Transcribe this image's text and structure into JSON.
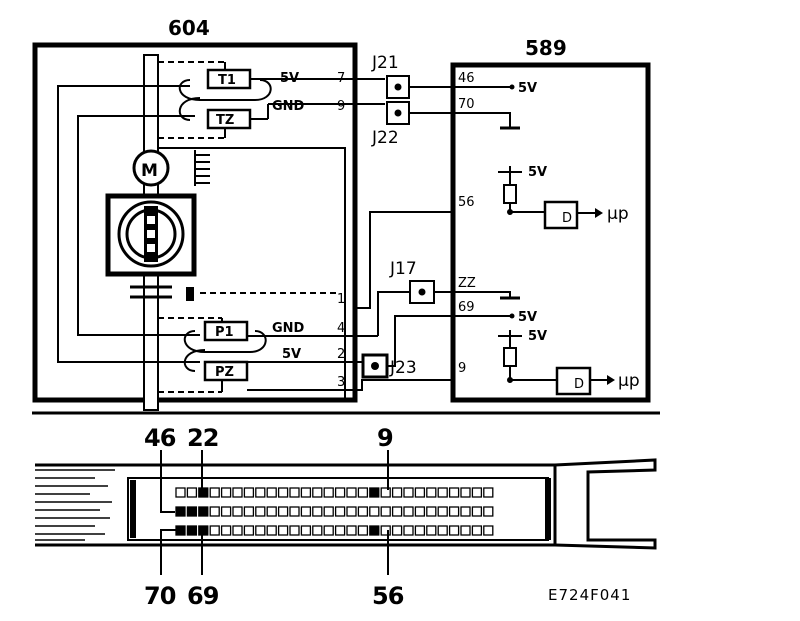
{
  "modules": {
    "left_id": "604",
    "right_id": "589"
  },
  "components": {
    "motor": "M",
    "t1": "T1",
    "t2": "TZ",
    "p1": "P1",
    "p2": "PZ"
  },
  "left_labels": {
    "t1_supply": "5V",
    "t2_ground": "GND",
    "p1_ground": "GND",
    "p2_supply": "5V"
  },
  "left_pins": [
    "7",
    "9",
    "1",
    "4",
    "2",
    "3"
  ],
  "junctions": {
    "j21": "J21",
    "j22": "J22",
    "j17": "J17",
    "j23": "J23"
  },
  "right_pins": {
    "p46": "46",
    "p70": "70",
    "p56": "56",
    "p22": "ZZ",
    "p69": "69",
    "p9": "9"
  },
  "right_labels": {
    "supply_46": "5V",
    "pullup_1": "5V",
    "supply_69": "5V",
    "pullup_2": "5V",
    "mu_p_1": "µp",
    "mu_p_2": "µp",
    "adc": "D"
  },
  "connector_view": {
    "top_labels": [
      "46",
      "22",
      "9"
    ],
    "bottom_labels": [
      "70",
      "69",
      "56"
    ]
  },
  "reference_code": "E724F041"
}
